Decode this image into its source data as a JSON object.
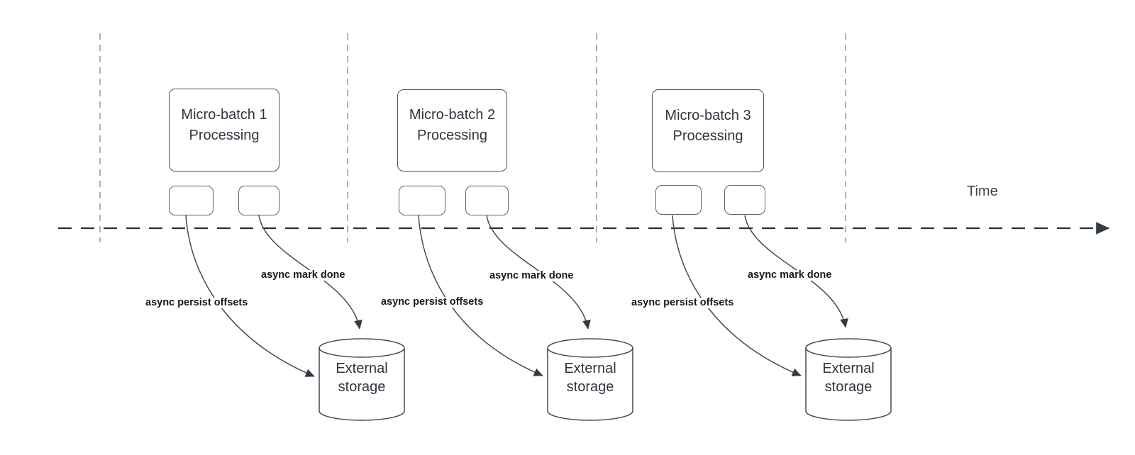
{
  "diagram": {
    "time_axis_label": "Time",
    "colors": {
      "shape_stroke": "#414b55",
      "shape_text": "#2f3640",
      "label_text": "#15191e",
      "timeline_stroke": "#272d35",
      "guide_stroke": "#a9a9a9",
      "background": "#ffffff"
    },
    "batches": [
      {
        "title_line1": "Micro-batch 1",
        "title_line2": "Processing",
        "persist_label": "async persist offsets",
        "mark_done_label": "async mark done",
        "storage_line1": "External",
        "storage_line2": "storage"
      },
      {
        "title_line1": "Micro-batch 2",
        "title_line2": "Processing",
        "persist_label": "async persist offsets",
        "mark_done_label": "async mark done",
        "storage_line1": "External",
        "storage_line2": "storage"
      },
      {
        "title_line1": "Micro-batch 3",
        "title_line2": "Processing",
        "persist_label": "async persist offsets",
        "mark_done_label": "async mark done",
        "storage_line1": "External",
        "storage_line2": "storage"
      }
    ]
  }
}
